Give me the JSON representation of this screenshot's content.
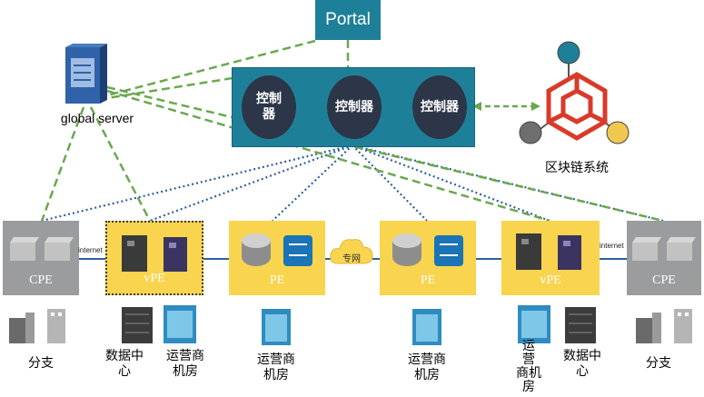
{
  "portal": {
    "label": "Portal"
  },
  "controllers": [
    "控制\n器",
    "控制器",
    "控制器"
  ],
  "global_server": {
    "label": "global server"
  },
  "blockchain": {
    "label": "区块链系统",
    "colors": [
      "#1e8098",
      "#f0c850",
      "#6e6e6e",
      "#d93a2a"
    ]
  },
  "private_net": {
    "label": "专网"
  },
  "internet_label": "internet",
  "nodes": [
    {
      "label": "CPE",
      "color": "#9b9c9e"
    },
    {
      "label": "vPE",
      "color": "#f9d44f"
    },
    {
      "label": "PE",
      "color": "#f9d44f"
    },
    {
      "label": "PE",
      "color": "#f9d44f"
    },
    {
      "label": "vPE",
      "color": "#f9d44f"
    },
    {
      "label": "CPE",
      "color": "#9b9c9e"
    }
  ],
  "bottom_labels": {
    "branch_left": "分支",
    "dc_left": "数据中\n心",
    "op_room_1": "运营商\n机房",
    "op_room_2": "运营商\n机房",
    "op_room_3": "运营商\n机房",
    "op_room_4": "运\n营\n商机\n房",
    "dc_right": "数据中\n心",
    "branch_right": "分支"
  },
  "colors": {
    "accent": "#1e8098",
    "dashed_link": "#6aa84f",
    "dotted_link": "#2e5fa0",
    "node_yellow": "#f9d44f",
    "node_grey": "#9b9c9e"
  }
}
